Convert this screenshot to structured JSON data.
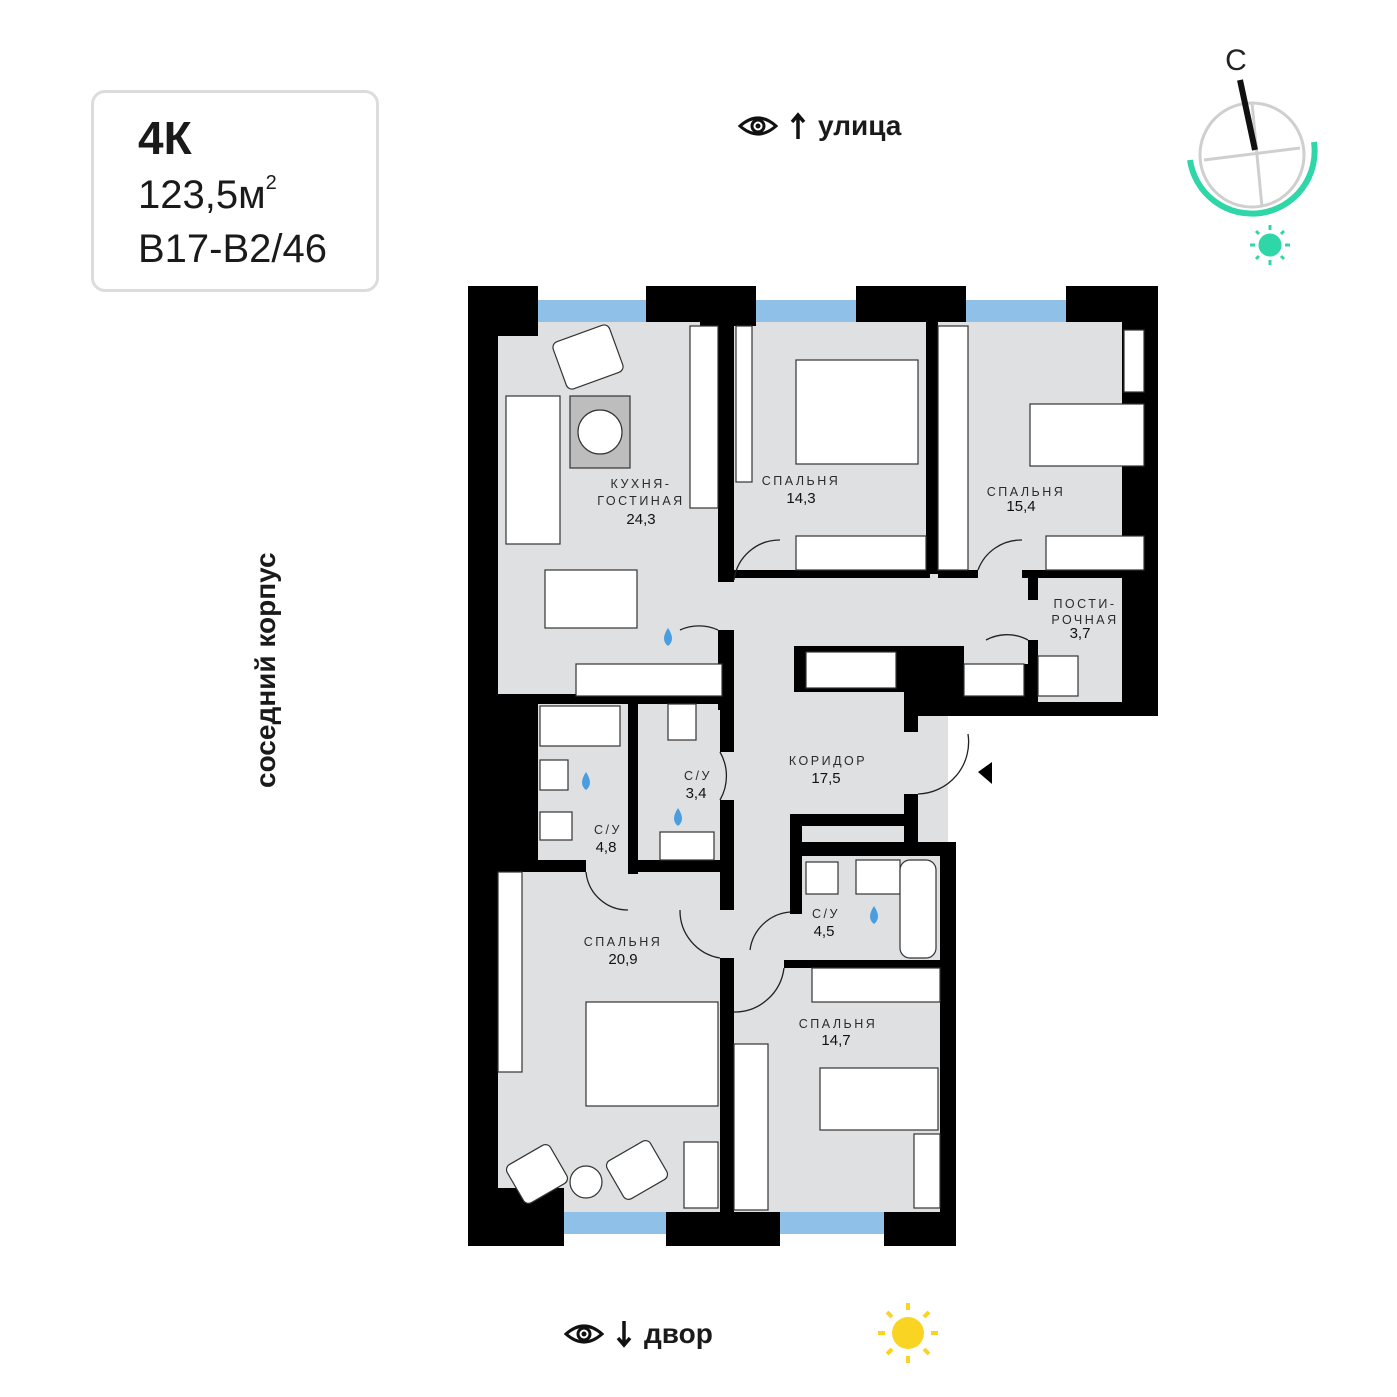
{
  "apartment": {
    "type": "4К",
    "area_value": "123,5м",
    "area_unit_sup": "2",
    "code": "В17-В2/46"
  },
  "views": {
    "top": "улица",
    "bottom": "двор",
    "side": "соседний корпус"
  },
  "compass": {
    "north_label": "С",
    "accent_color": "#2fd6a8",
    "sun_color": "#f9d423"
  },
  "rooms": {
    "kitchen": {
      "label_line1": "КУХНЯ-",
      "label_line2": "ГОСТИНАЯ",
      "area": "24,3"
    },
    "bedroom1": {
      "label": "СПАЛЬНЯ",
      "area": "14,3"
    },
    "bedroom2": {
      "label": "СПАЛЬНЯ",
      "area": "15,4"
    },
    "laundry": {
      "label_line1": "ПОСТИ-",
      "label_line2": "РОЧНАЯ",
      "area": "3,7"
    },
    "corridor": {
      "label": "КОРИДОР",
      "area": "17,5"
    },
    "bath1": {
      "label": "С/У",
      "area": "4,8"
    },
    "bath2": {
      "label": "С/У",
      "area": "3,4"
    },
    "bath3": {
      "label": "С/У",
      "area": "4,5"
    },
    "bedroom3": {
      "label": "СПАЛЬНЯ",
      "area": "20,9"
    },
    "bedroom4": {
      "label": "СПАЛЬНЯ",
      "area": "14,7"
    }
  },
  "colors": {
    "floor": "#dfe0e2",
    "wall": "#000000",
    "window": "#8fc1e8",
    "water": "#4a9ee0"
  }
}
